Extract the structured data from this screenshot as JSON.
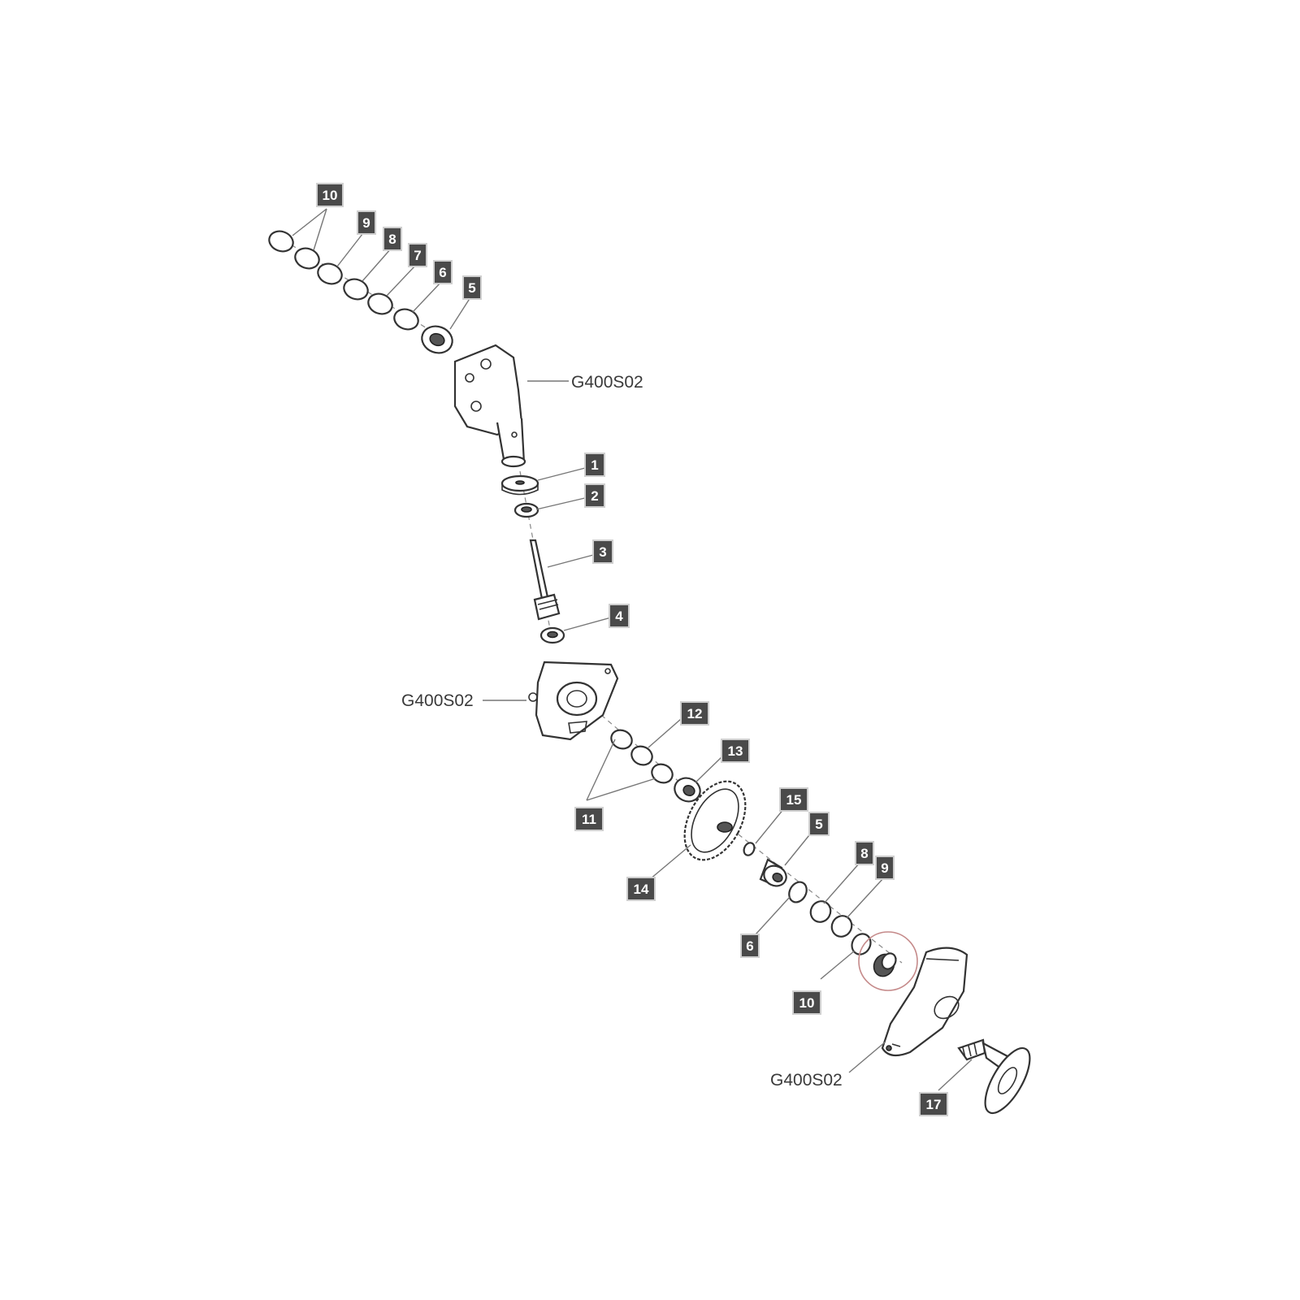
{
  "diagram": {
    "callouts": [
      "10",
      "9",
      "8",
      "7",
      "6",
      "5",
      "1",
      "2",
      "3",
      "4",
      "12",
      "13",
      "11",
      "15",
      "5",
      "14",
      "8",
      "9",
      "6",
      "10",
      "17"
    ],
    "references": [
      "G400S02",
      "G400S02",
      "G400S02"
    ]
  },
  "colors": {
    "callout_fill": "#4a4a4a",
    "line": "#333333",
    "highlight": "#c58a8a"
  }
}
